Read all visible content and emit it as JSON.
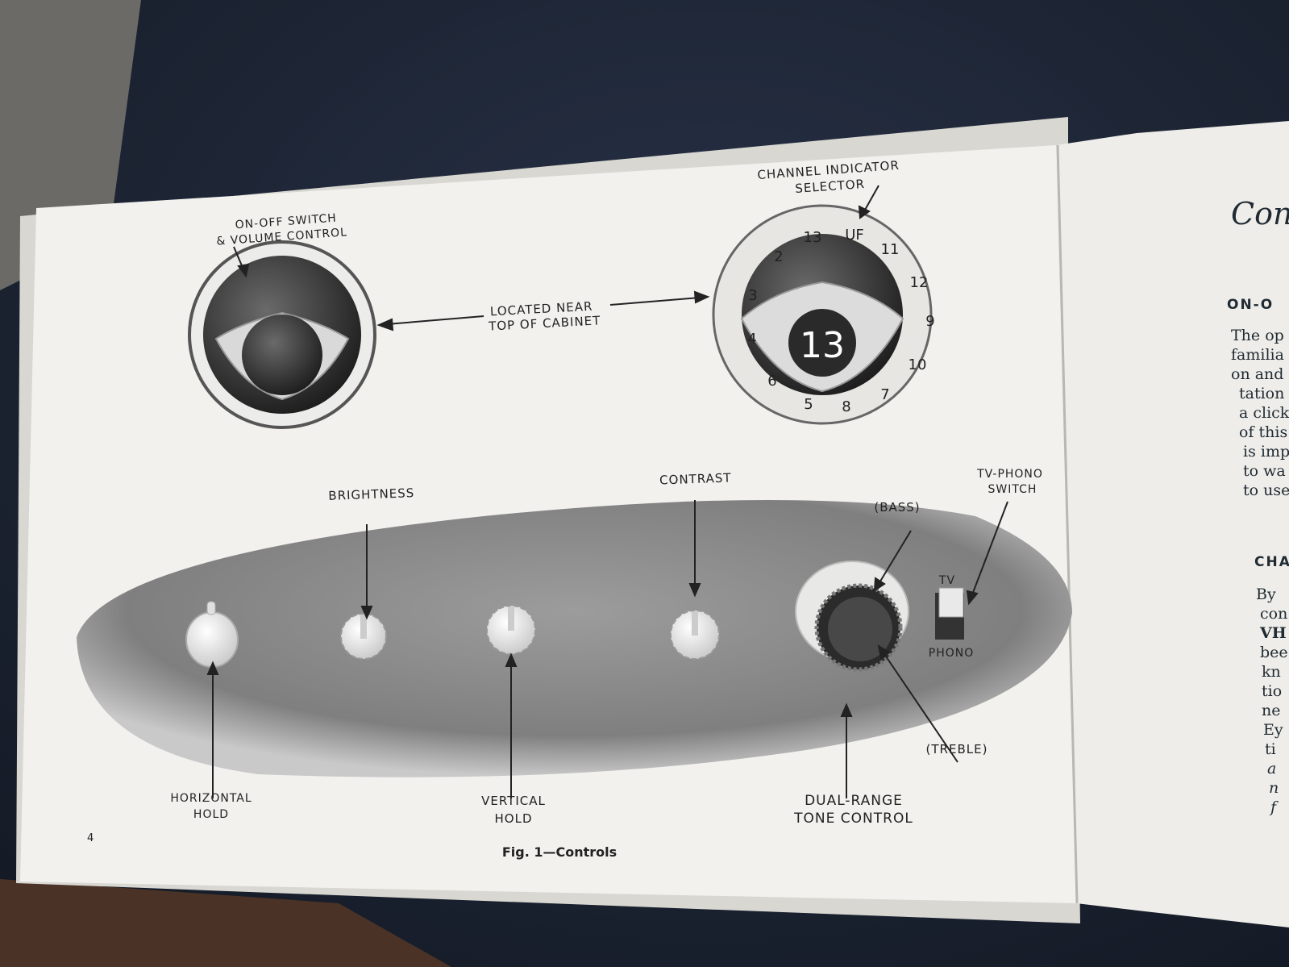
{
  "left_page": {
    "labels": {
      "onoff_line1": "ON-OFF SWITCH",
      "onoff_line2": "& VOLUME CONTROL",
      "channel_line1": "CHANNEL INDICATOR",
      "channel_line2": "SELECTOR",
      "located_line1": "LOCATED NEAR",
      "located_line2": "TOP OF CABINET",
      "brightness": "BRIGHTNESS",
      "contrast": "CONTRAST",
      "bass": "(BASS)",
      "tvphono_line1": "TV-PHONO",
      "tvphono_line2": "SWITCH",
      "switch_tv": "TV",
      "switch_phono": "PHONO",
      "treble": "(TREBLE)",
      "horizontal_line1": "HORIZONTAL",
      "horizontal_line2": "HOLD",
      "vertical_line1": "VERTICAL",
      "vertical_line2": "HOLD",
      "dualrange_line1": "DUAL-RANGE",
      "dualrange_line2": "TONE CONTROL"
    },
    "dial_numbers": [
      "13",
      "UF",
      "11",
      "12",
      "9",
      "10",
      "7",
      "8",
      "5",
      "6",
      "4",
      "3",
      "2"
    ],
    "selected_channel": "13",
    "page_number": "4",
    "caption": "Fig. 1—Controls"
  },
  "right_page": {
    "title": "Cont",
    "heading1": "ON-O",
    "body1": [
      "The op",
      "familia",
      "on and",
      "tation",
      "a click",
      "of this",
      "is imp",
      "to wa",
      "to use"
    ],
    "heading2": "CHA",
    "body2": [
      "By",
      "con",
      "VH",
      "bee",
      "kn",
      "tio",
      "ne",
      "Ey",
      "ti",
      "a",
      "n",
      "f"
    ]
  },
  "colors": {
    "background": "#1c2330",
    "page": "#f2f1ee",
    "ink": "#222222",
    "panel_dark": "#8a8a8a",
    "panel_light": "#d8d8d8"
  }
}
